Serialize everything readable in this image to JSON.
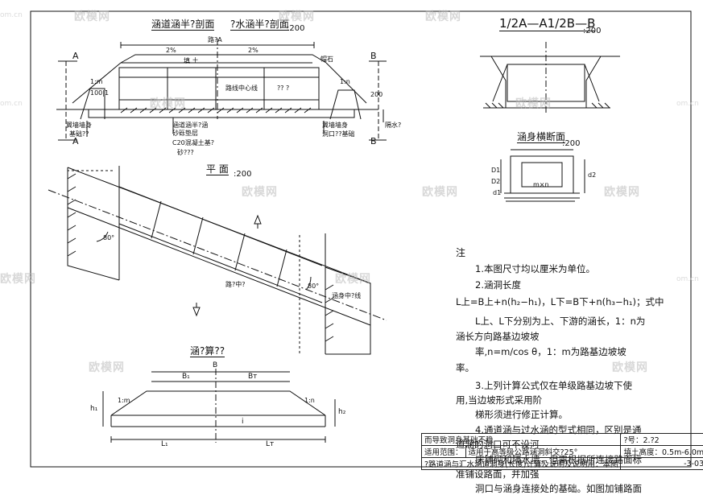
{
  "section_titles": {
    "longitudinal": "涵道涵半?剖面",
    "longitudinal_b": "?水涵半?剖面",
    "section_12": "1/2A—A1/2B—B",
    "body_cross": "涵身横断面",
    "plan": "平 面",
    "calc": "涵?算??"
  },
  "scales": {
    "s1": ":200",
    "s2": ":200",
    "s3": ":200",
    "s4": ":200"
  },
  "labels": {
    "A_left_top": "A",
    "A_left_bot": "A",
    "B_right_top": "B",
    "B_right_bot": "B",
    "road_width": "路?A",
    "fill": "填 土",
    "slope_left": "2%",
    "slope_right": "2%",
    "center_line": "路线中心线",
    "pipe_q": "?? ?",
    "side_l": "1:m",
    "side_r": "1:n",
    "bottom_note": "100|1",
    "right_200": "200",
    "wing_left": "翼墙墙身",
    "wing_left2": "基础??",
    "mid_note1": "涵道涵半?涵",
    "mid_note2": "砂砾垫层",
    "mid_note3": "C20混凝土基?",
    "mid_note4": "砂???",
    "wing_right": "翼墙墙身",
    "wing_right2": "洞口??基础",
    "cap": "帽石",
    "right_note": "隔水?",
    "angle1": "80°",
    "angle2": "80°",
    "plan_note": "路?中?",
    "plan_note2": "涵身中?线",
    "calc_B": "B",
    "calc_B1": "B₁",
    "calc_Bt": "Bт",
    "calc_L1": "L₁",
    "calc_Lt": "Lт",
    "calc_h1": "h₁",
    "calc_h2": "h₂",
    "calc_1m": "1:m",
    "calc_1n": "1:n",
    "calc_i": "i",
    "cross_D1": "D1",
    "cross_D2": "D2",
    "cross_mxn": "m×n",
    "cross_d1": "d1",
    "cross_d2": "d2"
  },
  "notes": {
    "head": "注",
    "n1": "1.本图尺寸均以厘米为单位。",
    "n2": "2.涵洞长度",
    "n3": "L上=B上+n(h₂−h₁)，L下=B下+n(h₃−h₁)；式中",
    "n4": "L上、L下分别为上、下游的涵长，1：n为",
    "n5": "涵长方向路基边坡坡",
    "n6": "率,n=m/cos θ，1：m为路基边坡坡",
    "n7": "率。",
    "n8": "3.上列计算公式仅在单级路基边坡下使",
    "n9": "用,当边坡形式采用阶",
    "n10": "梯形须进行修正计算。",
    "n11": "4.通道涵与过水涵的型式相同，区别是通",
    "n12": "道涵的洞口可不设河",
    "n13": "床铺砌和隔水墙，但需根据所连接路面标",
    "n14": "准铺设路面，并加强",
    "n15": "洞口与涵身连接处的基础。如图加铺路面"
  },
  "title_block": {
    "r1": "而导致洞身基础不稳",
    "r1b": "?号：2.?2",
    "r2a": "适用范围：",
    "r2b": "适用于高等级公路涵洞斜交?25°",
    "r2c": "填土高度：0.5m-6.0m",
    "r3": "?路道涵与汇水涵道洞身(长度)计算及说明及说明用：本图",
    "r3b": "-3-03"
  },
  "watermarks": [
    "欧模网",
    "欧模网",
    "欧模网",
    "欧模网",
    "欧模网",
    "欧模网",
    "欧模网",
    "欧模网",
    "欧模网",
    "欧模网",
    "欧模网",
    "欧模网"
  ],
  "wm_small": "om.cn"
}
